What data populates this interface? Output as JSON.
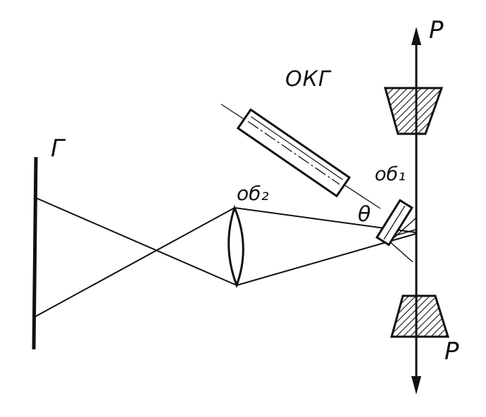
{
  "labels": {
    "screen": "Г",
    "laser": "ОКГ",
    "objective_2": "об₂",
    "objective_1": "об₁",
    "angle": "θ",
    "force_top": "P",
    "force_bottom": "P"
  },
  "colors": {
    "ink": "#111111",
    "background": "#ffffff"
  }
}
